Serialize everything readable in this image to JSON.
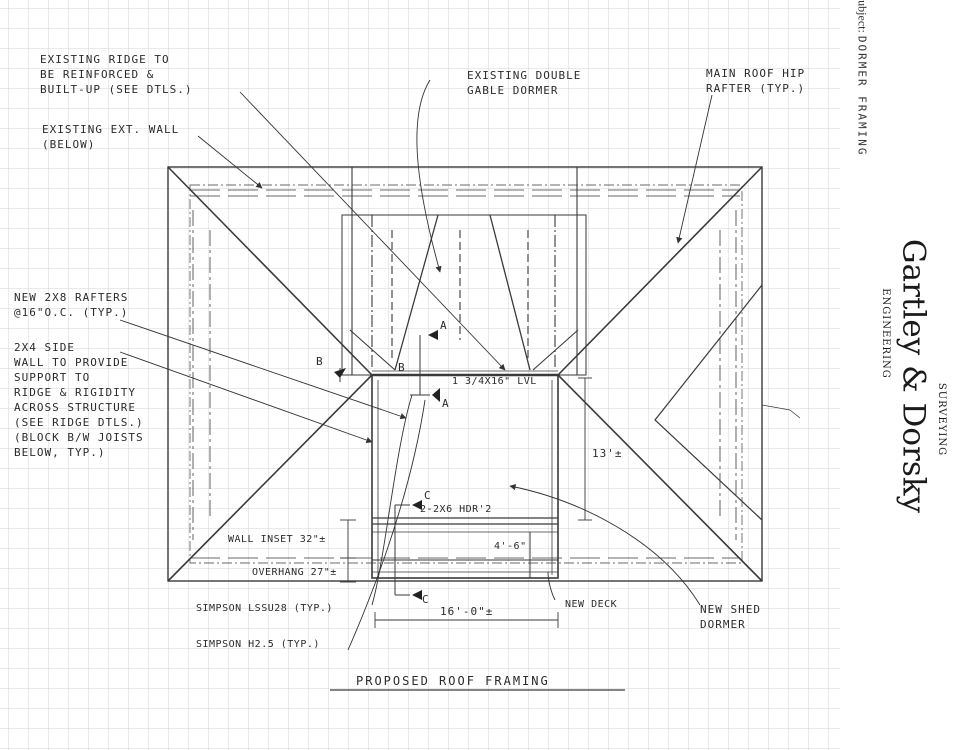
{
  "subject": {
    "label": "Subject:",
    "value": "Dormer Framing"
  },
  "logo": {
    "name": "Gartley & Dorsky",
    "sub_left": "ENGINEERING",
    "sub_right": "SURVEYING"
  },
  "notes": {
    "ridge": [
      "Existing ridge to",
      "be reinforced &",
      "built-up (see dtls.)"
    ],
    "wall": [
      "Existing ext. wall",
      "(below)"
    ],
    "dormer": [
      "Existing double",
      "gable dormer"
    ],
    "hip": [
      "Main roof hip",
      "rafter (typ.)"
    ],
    "rafters": [
      "New 2x8 rafters",
      "@16\"o.c. (typ.)"
    ],
    "sidewall": [
      "2x4 side",
      "wall to provide",
      "support to",
      "ridge & rigidity",
      "across structure",
      "(see ridge dtls.)",
      "(block b/w joists",
      "below, typ.)"
    ],
    "lvl": "1 3/4x16\" LVL",
    "dim13": "13'±",
    "header": "2-2x6 hdr'2",
    "dim46": "4'-6\"",
    "wall_inset": "Wall inset 32\"±",
    "overhang": "Overhang 27\"±",
    "lssu": "Simpson LSSU28 (typ.)",
    "h25": "Simpson H2.5 (typ.)",
    "dim16": "16'-0\"±",
    "deck": "New deck",
    "shed": [
      "New shed",
      "dormer"
    ],
    "title": "Proposed roof framing",
    "sec_a1": "A",
    "sec_a2": "A",
    "sec_b1": "B",
    "sec_b2": "B",
    "sec_c1": "C",
    "sec_c2": "C"
  }
}
